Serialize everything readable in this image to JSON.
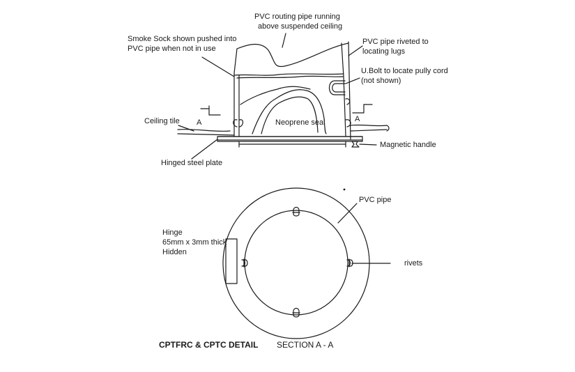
{
  "labels": {
    "pvc_routing_1": "PVC routing pipe running",
    "pvc_routing_2": "above suspended ceiling",
    "smoke_sock_1": "Smoke Sock shown pushed into",
    "smoke_sock_2": "PVC pipe when not in use",
    "pvc_riveted_1": "PVC pipe riveted to",
    "pvc_riveted_2": "locating lugs",
    "ubolt_1": "U.Bolt to locate pully cord",
    "ubolt_2": "(not shown)",
    "ceiling_tile": "Ceiling tile",
    "section_marker_left": "A",
    "section_marker_right": "A",
    "neoprene_seal": "Neoprene seal",
    "magnetic_handle": "Magnetic handle",
    "hinged_steel_plate": "Hinged steel plate",
    "pvc_pipe": "PVC pipe",
    "hinge_1": "Hinge",
    "hinge_2": "65mm x 3mm thick",
    "hinge_3": "Hidden",
    "rivets": "rivets",
    "detail_title": "CPTFRC & CPTC DETAIL",
    "section_title": "SECTION A - A"
  },
  "colors": {
    "ink": "#1a1a1a",
    "paper": "#ffffff"
  }
}
